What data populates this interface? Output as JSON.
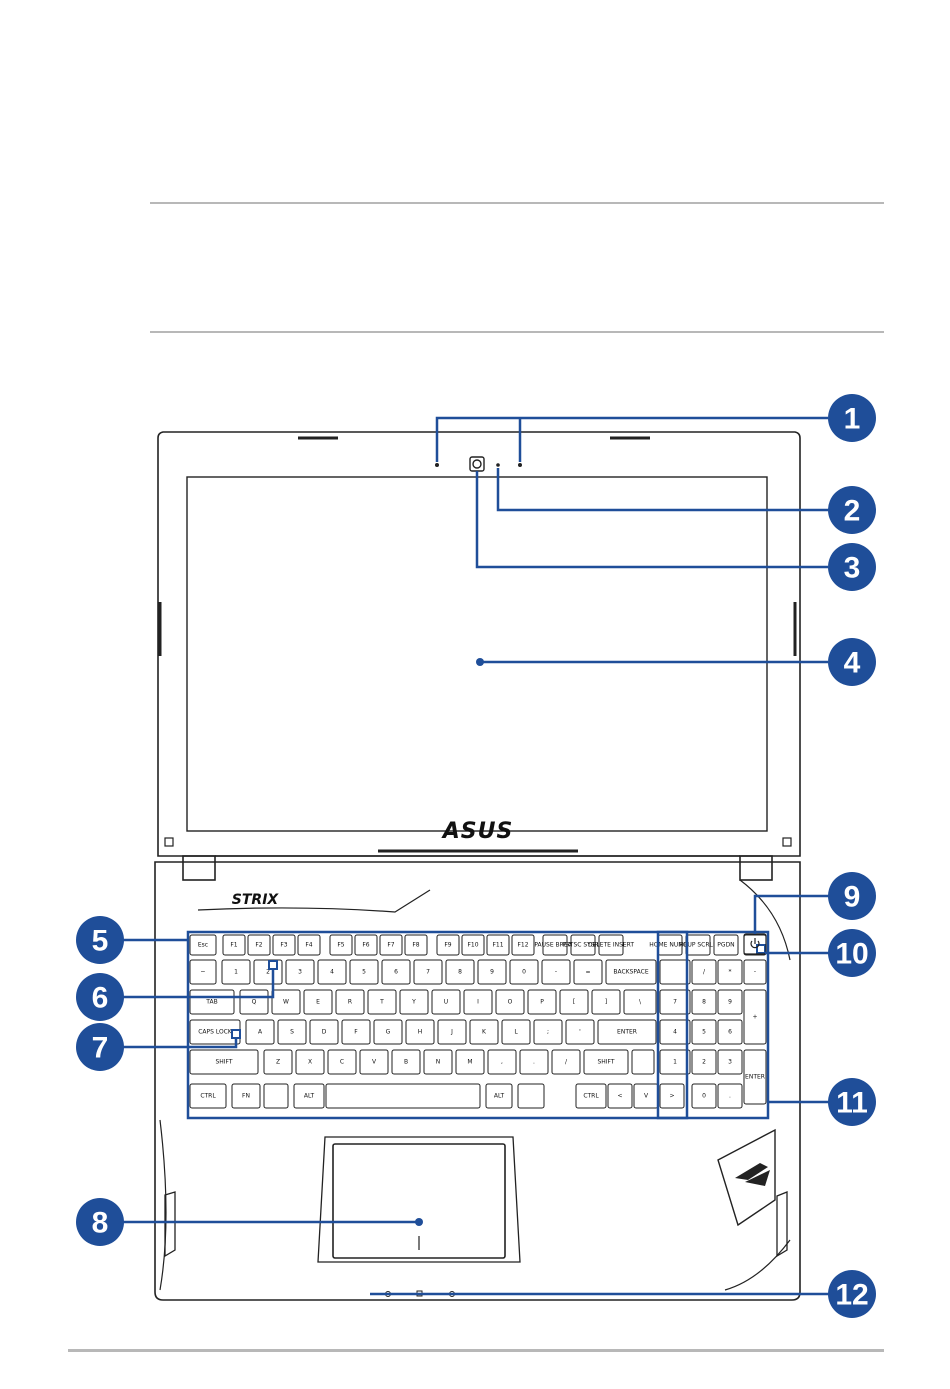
{
  "colors": {
    "callout": "#1f4e99",
    "callout_line": "#1f4e99",
    "outline": "#222222",
    "rule": "#b8b8b8"
  },
  "branding": {
    "lid_logo": "ASUS",
    "deck_logo": "STRIX"
  },
  "callouts": [
    {
      "label": "1",
      "target": "microphones"
    },
    {
      "label": "2",
      "target": "camera-indicator"
    },
    {
      "label": "3",
      "target": "camera"
    },
    {
      "label": "4",
      "target": "display-panel"
    },
    {
      "label": "5",
      "target": "keyboard"
    },
    {
      "label": "6",
      "target": "airplane-mode-key"
    },
    {
      "label": "7",
      "target": "caps-lock-indicator"
    },
    {
      "label": "8",
      "target": "touchpad"
    },
    {
      "label": "9",
      "target": "power-button"
    },
    {
      "label": "10",
      "target": "power-indicator"
    },
    {
      "label": "11",
      "target": "numeric-keypad"
    },
    {
      "label": "12",
      "target": "status-indicators"
    }
  ],
  "keyboard": {
    "row0": [
      "Esc",
      "F1",
      "F2",
      "F3",
      "F4",
      "F5",
      "F6",
      "F7",
      "F8",
      "F9",
      "F10",
      "F11",
      "F12",
      "PAUSE BREAK",
      "PRTSC SYSRQ",
      "DELETE INSERT",
      "HOME NUMLK",
      "PGUP SCRLK",
      "PGDN",
      ""
    ],
    "row1": [
      "~",
      "1",
      "2",
      "3",
      "4",
      "5",
      "6",
      "7",
      "8",
      "9",
      "0",
      "-",
      "=",
      "BACKSPACE",
      "",
      "/",
      "*",
      "-"
    ],
    "row2": [
      "TAB",
      "Q",
      "W",
      "E",
      "R",
      "T",
      "Y",
      "U",
      "I",
      "O",
      "P",
      "[",
      "]",
      "\\",
      "7",
      "8",
      "9",
      "+"
    ],
    "row3": [
      "CAPS LOCK",
      "A",
      "S",
      "D",
      "F",
      "G",
      "H",
      "J",
      "K",
      "L",
      ";",
      "'",
      "ENTER",
      "4",
      "5",
      "6"
    ],
    "row4": [
      "SHIFT",
      "Z",
      "X",
      "C",
      "V",
      "B",
      "N",
      "M",
      ",",
      ".",
      "/",
      "SHIFT",
      "",
      "1",
      "2",
      "3",
      "ENTER"
    ],
    "row5": [
      "CTRL",
      "FN",
      "",
      "ALT",
      "",
      "ALT",
      "",
      "CTRL",
      "<",
      "V",
      ">",
      "0",
      "."
    ]
  }
}
